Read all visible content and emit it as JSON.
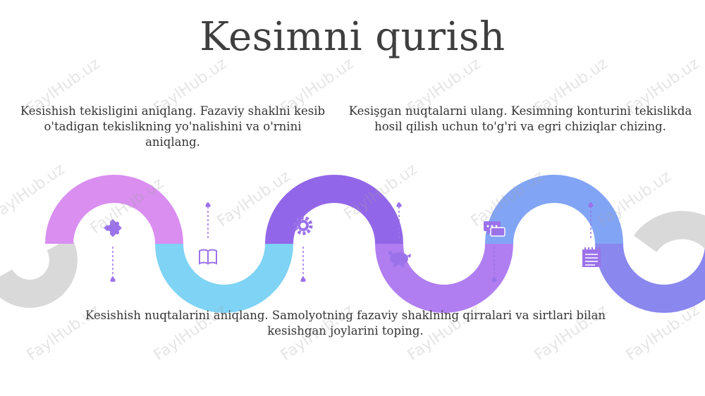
{
  "title": "Kesimni qurish",
  "steps": [
    {
      "text": "Kesishish tekisligini aniqlang. Fazaviy shaklni kesib o'tadigan tekislikning yo'nalishini va o'rnini aniqlang."
    },
    {
      "text": "Kesişgan nuqtalarni ulang. Kesimning konturini tekislikda hosil qilish uchun to'g'ri va egri chiziqlar chizing."
    },
    {
      "text": "Kesishish nuqtalarini aniqlang. Samolyotning fazaviy shaklning qirralari va sirtlari bilan kesishgan joylarini toping."
    }
  ],
  "icons": [
    "puzzle-icon",
    "book-icon",
    "gear-icon",
    "piggy-bank-icon",
    "chat-icon",
    "notepad-icon"
  ],
  "colors": {
    "gray": "#d9d9d9",
    "violet_light": "#d98ef0",
    "cyan": "#7fd3f5",
    "purple": "#9266e8",
    "purple_light": "#b07ef0",
    "blue": "#82a4f5",
    "indigo": "#8a87ef",
    "icon": "#9b72ea"
  },
  "watermark": "FaylHub.uz"
}
